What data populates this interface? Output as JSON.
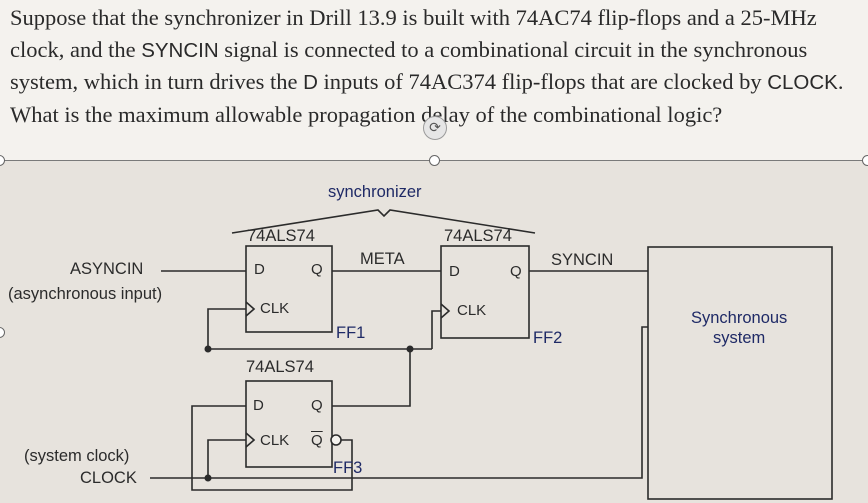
{
  "question": {
    "part1": "Suppose that the synchronizer in Drill 13.9 is built with 74AC74 flip-flops and a 25-MHz clock, and the ",
    "syncin": "SYNCIN",
    "part2": " signal is connected to a combinational circuit in the synchronous system, which in turn drives the ",
    "d": "D",
    "part3": " inputs of 74AC374 flip-flops that are clocked by ",
    "clock": "CLOCK",
    "part4": ". What is the maximum allowable propagation delay of the combinational logic?"
  },
  "diagram": {
    "synchronizer_label": "synchronizer",
    "ff1_part": "74ALS74",
    "ff2_part": "74ALS74",
    "ff3_part": "74ALS74",
    "asyncin_label": "ASYNCIN",
    "async_input_label": "(asynchronous input)",
    "meta_label": "META",
    "syncin_label": "SYNCIN",
    "system_clock_label": "(system clock)",
    "clock_label": "CLOCK",
    "pin_d": "D",
    "pin_q": "Q",
    "pin_clk": "CLK",
    "ff1_name": "FF1",
    "ff2_name": "FF2",
    "ff3_name": "FF3",
    "system_line1": "Synchronous",
    "system_line2": "system"
  },
  "colors": {
    "text": "#2a2a2a",
    "label_blue": "#1f2a66",
    "wire": "#2b2b2b",
    "selection": "#7a7a7a"
  },
  "icons": [
    "rotate-handle-icon",
    "selection-handle-icon"
  ]
}
